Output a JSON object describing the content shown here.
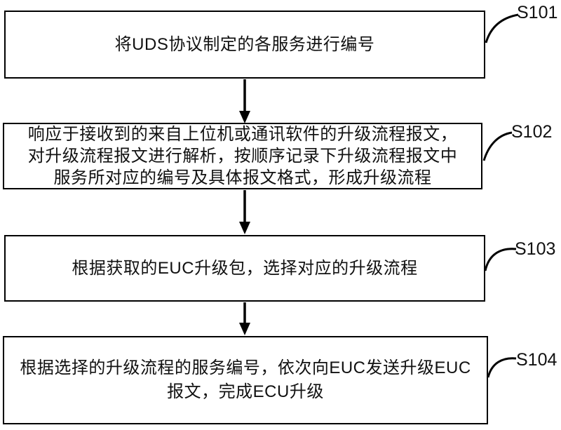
{
  "page": {
    "background_color": "#ffffff",
    "line_color": "#000000",
    "text_color": "#111111"
  },
  "diagram": {
    "type": "flowchart",
    "direction": "top-down",
    "steps": [
      {
        "id": "S101",
        "lines": [
          "将UDS协议制定的各服务进行编号"
        ]
      },
      {
        "id": "S102",
        "lines": [
          "响应于接收到的来自上位机或通讯软件的升级流程报文，",
          "对升级流程报文进行解析，按顺序记录下升级流程报文中",
          "服务所对应的编号及具体报文格式，形成升级流程"
        ]
      },
      {
        "id": "S103",
        "lines": [
          "根据获取的EUC升级包，选择对应的升级流程"
        ]
      },
      {
        "id": "S104",
        "lines": [
          "根据选择的升级流程的服务编号，依次向EUC发送升级EUC",
          "报文，完成ECU升级"
        ]
      }
    ],
    "connectors": [
      {
        "from": "S101",
        "to": "S102",
        "style": "arrow-down"
      },
      {
        "from": "S102",
        "to": "S103",
        "style": "arrow-down"
      },
      {
        "from": "S103",
        "to": "S104",
        "style": "arrow-down"
      }
    ]
  }
}
